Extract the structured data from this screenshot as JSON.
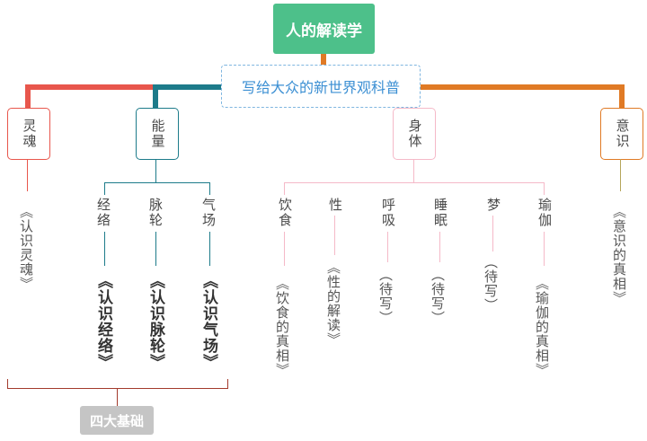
{
  "root": {
    "title": "人的解读学"
  },
  "subtitle": "写给大众的新世界观科普",
  "colors": {
    "root": "#4dc08a",
    "soul": "#e8564c",
    "energy": "#1d7b8a",
    "body": "#f5b9c8",
    "mind": "#e07a25"
  },
  "branches": {
    "soul": {
      "label": "灵魂",
      "book": "《认识灵魂》"
    },
    "energy": {
      "label": "能量",
      "children": [
        {
          "label": "经络",
          "book": "《认识经络》"
        },
        {
          "label": "脉轮",
          "book": "《认识脉轮》"
        },
        {
          "label": "气场",
          "book": "《认识气场》"
        }
      ]
    },
    "body": {
      "label": "身体",
      "children": [
        {
          "label": "饮食",
          "book": "《饮食的真相》"
        },
        {
          "label": "性",
          "book": "《性的解读》"
        },
        {
          "label": "呼吸",
          "book": "（待写）"
        },
        {
          "label": "睡眠",
          "book": "（待写）"
        },
        {
          "label": "梦",
          "book": "（待写）"
        },
        {
          "label": "瑜伽",
          "book": "《瑜伽的真相》"
        }
      ]
    },
    "mind": {
      "label": "意识",
      "book": "《意识的真相》"
    }
  },
  "foundation": {
    "label": "四大基础"
  }
}
